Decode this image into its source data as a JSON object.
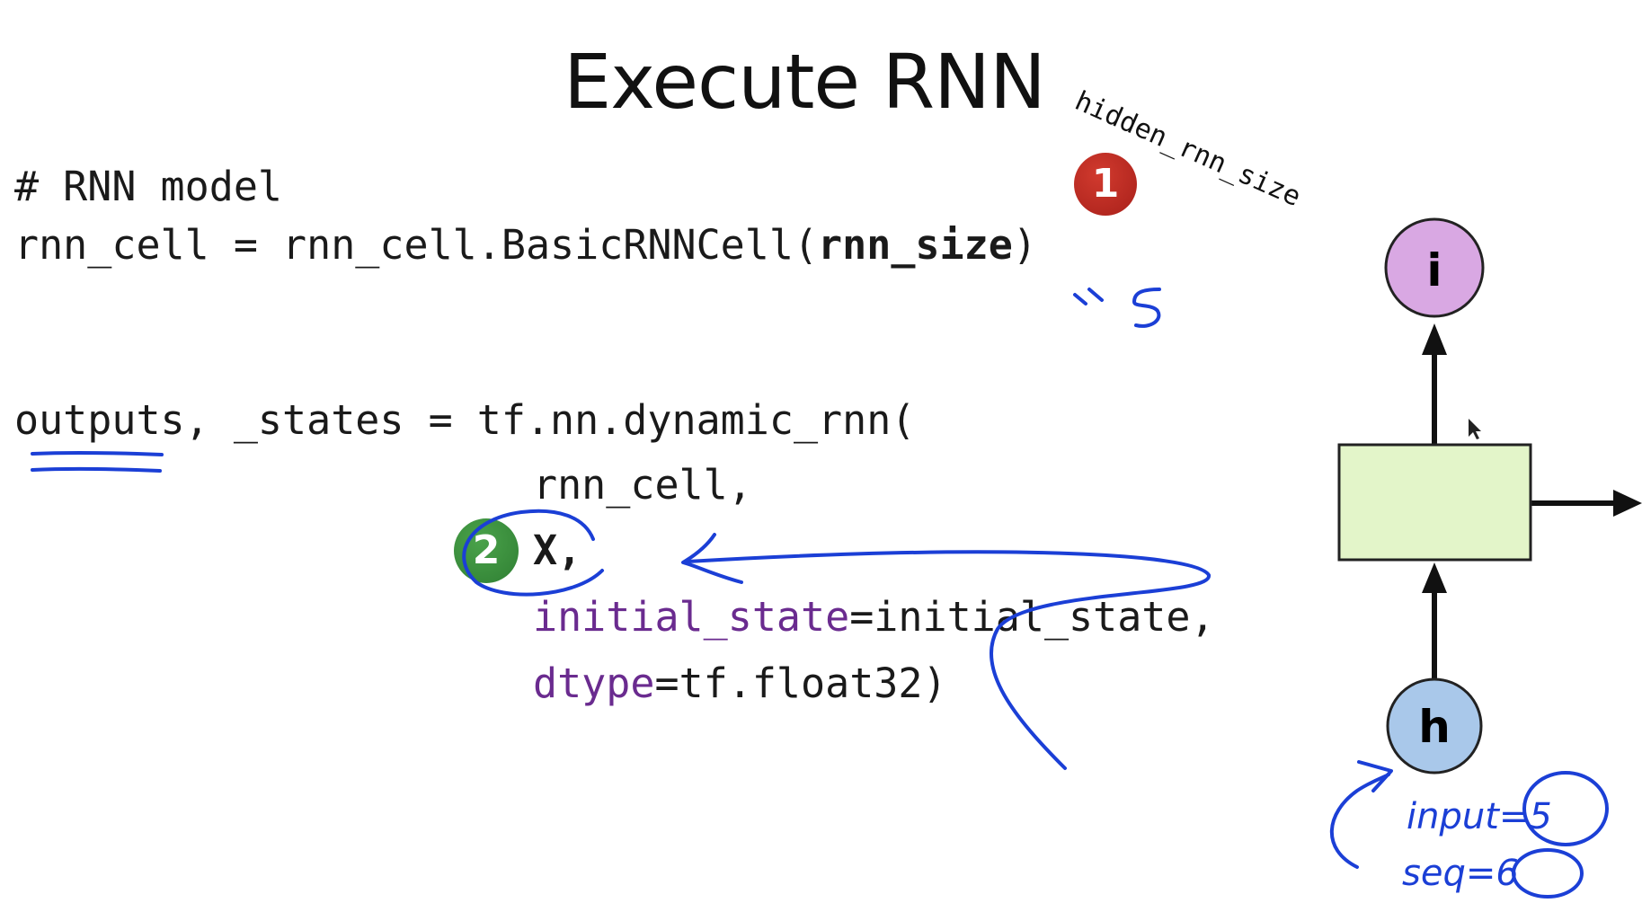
{
  "slide": {
    "title": "Execute RNN",
    "rotated_note": "hidden_rnn_size"
  },
  "code": {
    "comment": "# RNN model",
    "line2_prefix": "rnn_cell = rnn_cell.BasicRNNCell(",
    "line2_arg": "rnn_size",
    "line2_suffix": ")",
    "line3": "outputs, _states = tf.nn.dynamic_rnn(",
    "line4": "rnn_cell,",
    "line5": "X,",
    "line6_kw": "initial_state",
    "line6_rest": "=initial_state,",
    "line7_kw": "dtype",
    "line7_rest": "=tf.float32)"
  },
  "badges": {
    "red": "1",
    "green": "2"
  },
  "diagram": {
    "top_node": "i",
    "bottom_node": "h",
    "top_node_color": "#d9a8e3",
    "bottom_node_color": "#a9c8ea",
    "cell_color": "#e3f5c9"
  },
  "handwriting": {
    "eq5": "= 5",
    "input_note": "input=5",
    "seq_note": "seq=6",
    "ink_color": "#1b3fd6"
  }
}
